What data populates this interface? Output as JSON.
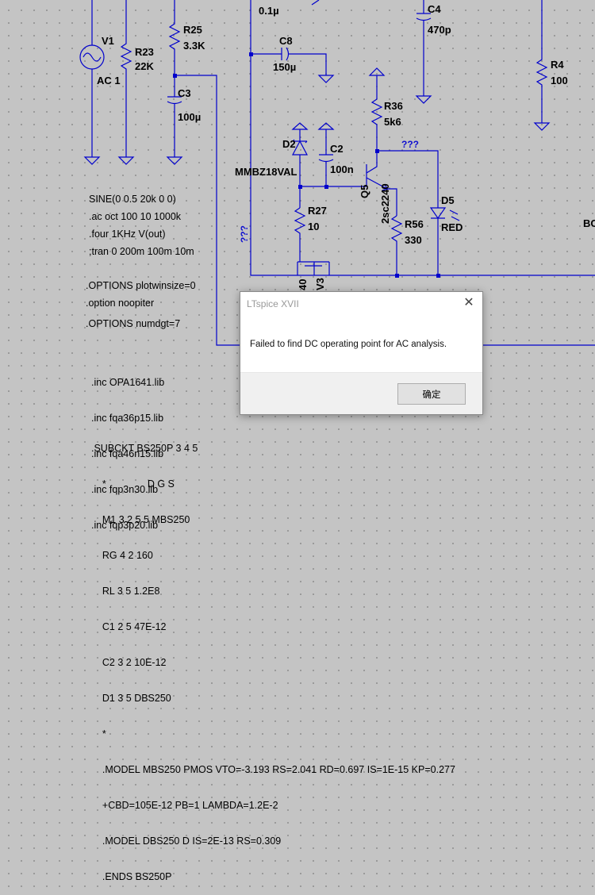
{
  "schematic": {
    "components": {
      "v1": {
        "name": "V1",
        "value": "AC 1"
      },
      "r23": {
        "name": "R23",
        "value": "22K"
      },
      "r25": {
        "name": "R25",
        "value": "3.3K"
      },
      "c3": {
        "name": "C3",
        "value": "100µ"
      },
      "c_top": {
        "value": "0.1µ"
      },
      "c8": {
        "name": "C8",
        "value": "150µ"
      },
      "c4": {
        "name": "C4",
        "value": "470p"
      },
      "r4": {
        "name": "R4",
        "value": "100"
      },
      "r36": {
        "name": "R36",
        "value": "5k6"
      },
      "d2": {
        "name": "D2",
        "value": "MMBZ18VAL"
      },
      "c2": {
        "name": "C2",
        "value": "100n"
      },
      "q5": {
        "name": "Q5",
        "value": "2sc2240"
      },
      "r27": {
        "name": "R27",
        "value": "10"
      },
      "r56": {
        "name": "R56",
        "value": "330"
      },
      "d5": {
        "name": "D5",
        "value": "RED"
      },
      "m_bottom_a": {
        "name": "40"
      },
      "m_bottom_b": {
        "name": "V3"
      },
      "edge_label": {
        "name": "BC"
      }
    },
    "net_labels": {
      "unknown_right": "???",
      "unknown_left": "???"
    },
    "directives": [
      "SINE(0 0.5 20k 0 0)",
      ".ac oct 100 10 1000k",
      ".four 1KHz V(out)",
      ";tran 0 200m 100m 10m",
      ".OPTIONS plotwinsize=0",
      ".option noopiter",
      ".OPTIONS numdgt=7"
    ],
    "includes": [
      ".inc OPA1641.lib",
      ".inc fqa36p15.lib",
      ".inc fqa46n15.lib",
      ".inc fqp3n30.lib",
      ".inc fqp3p20.lib"
    ],
    "subckt": [
      ".SUBCKT BS250P 3 4 5",
      "    *               D G S",
      "    M1 3 2 5 5 MBS250",
      "    RG 4 2 160",
      "    RL 3 5 1.2E8",
      "    C1 2 5 47E-12",
      "    C2 3 2 10E-12",
      "    D1 3 5 DBS250",
      "    *",
      "    .MODEL MBS250 PMOS VTO=-3.193 RS=2.041 RD=0.697 IS=1E-15 KP=0.277",
      "    +CBD=105E-12 PB=1 LAMBDA=1.2E-2",
      "    .MODEL DBS250 D IS=2E-13 RS=0.309",
      "    .ENDS BS250P"
    ]
  },
  "dialog": {
    "title": "LTspice XVII",
    "message": "Failed to find DC operating point for AC analysis.",
    "ok_label": "确定",
    "close_glyph": "✕"
  },
  "colors": {
    "wire": "#0000cc",
    "background": "#c4c4c4",
    "text": "#000000"
  }
}
